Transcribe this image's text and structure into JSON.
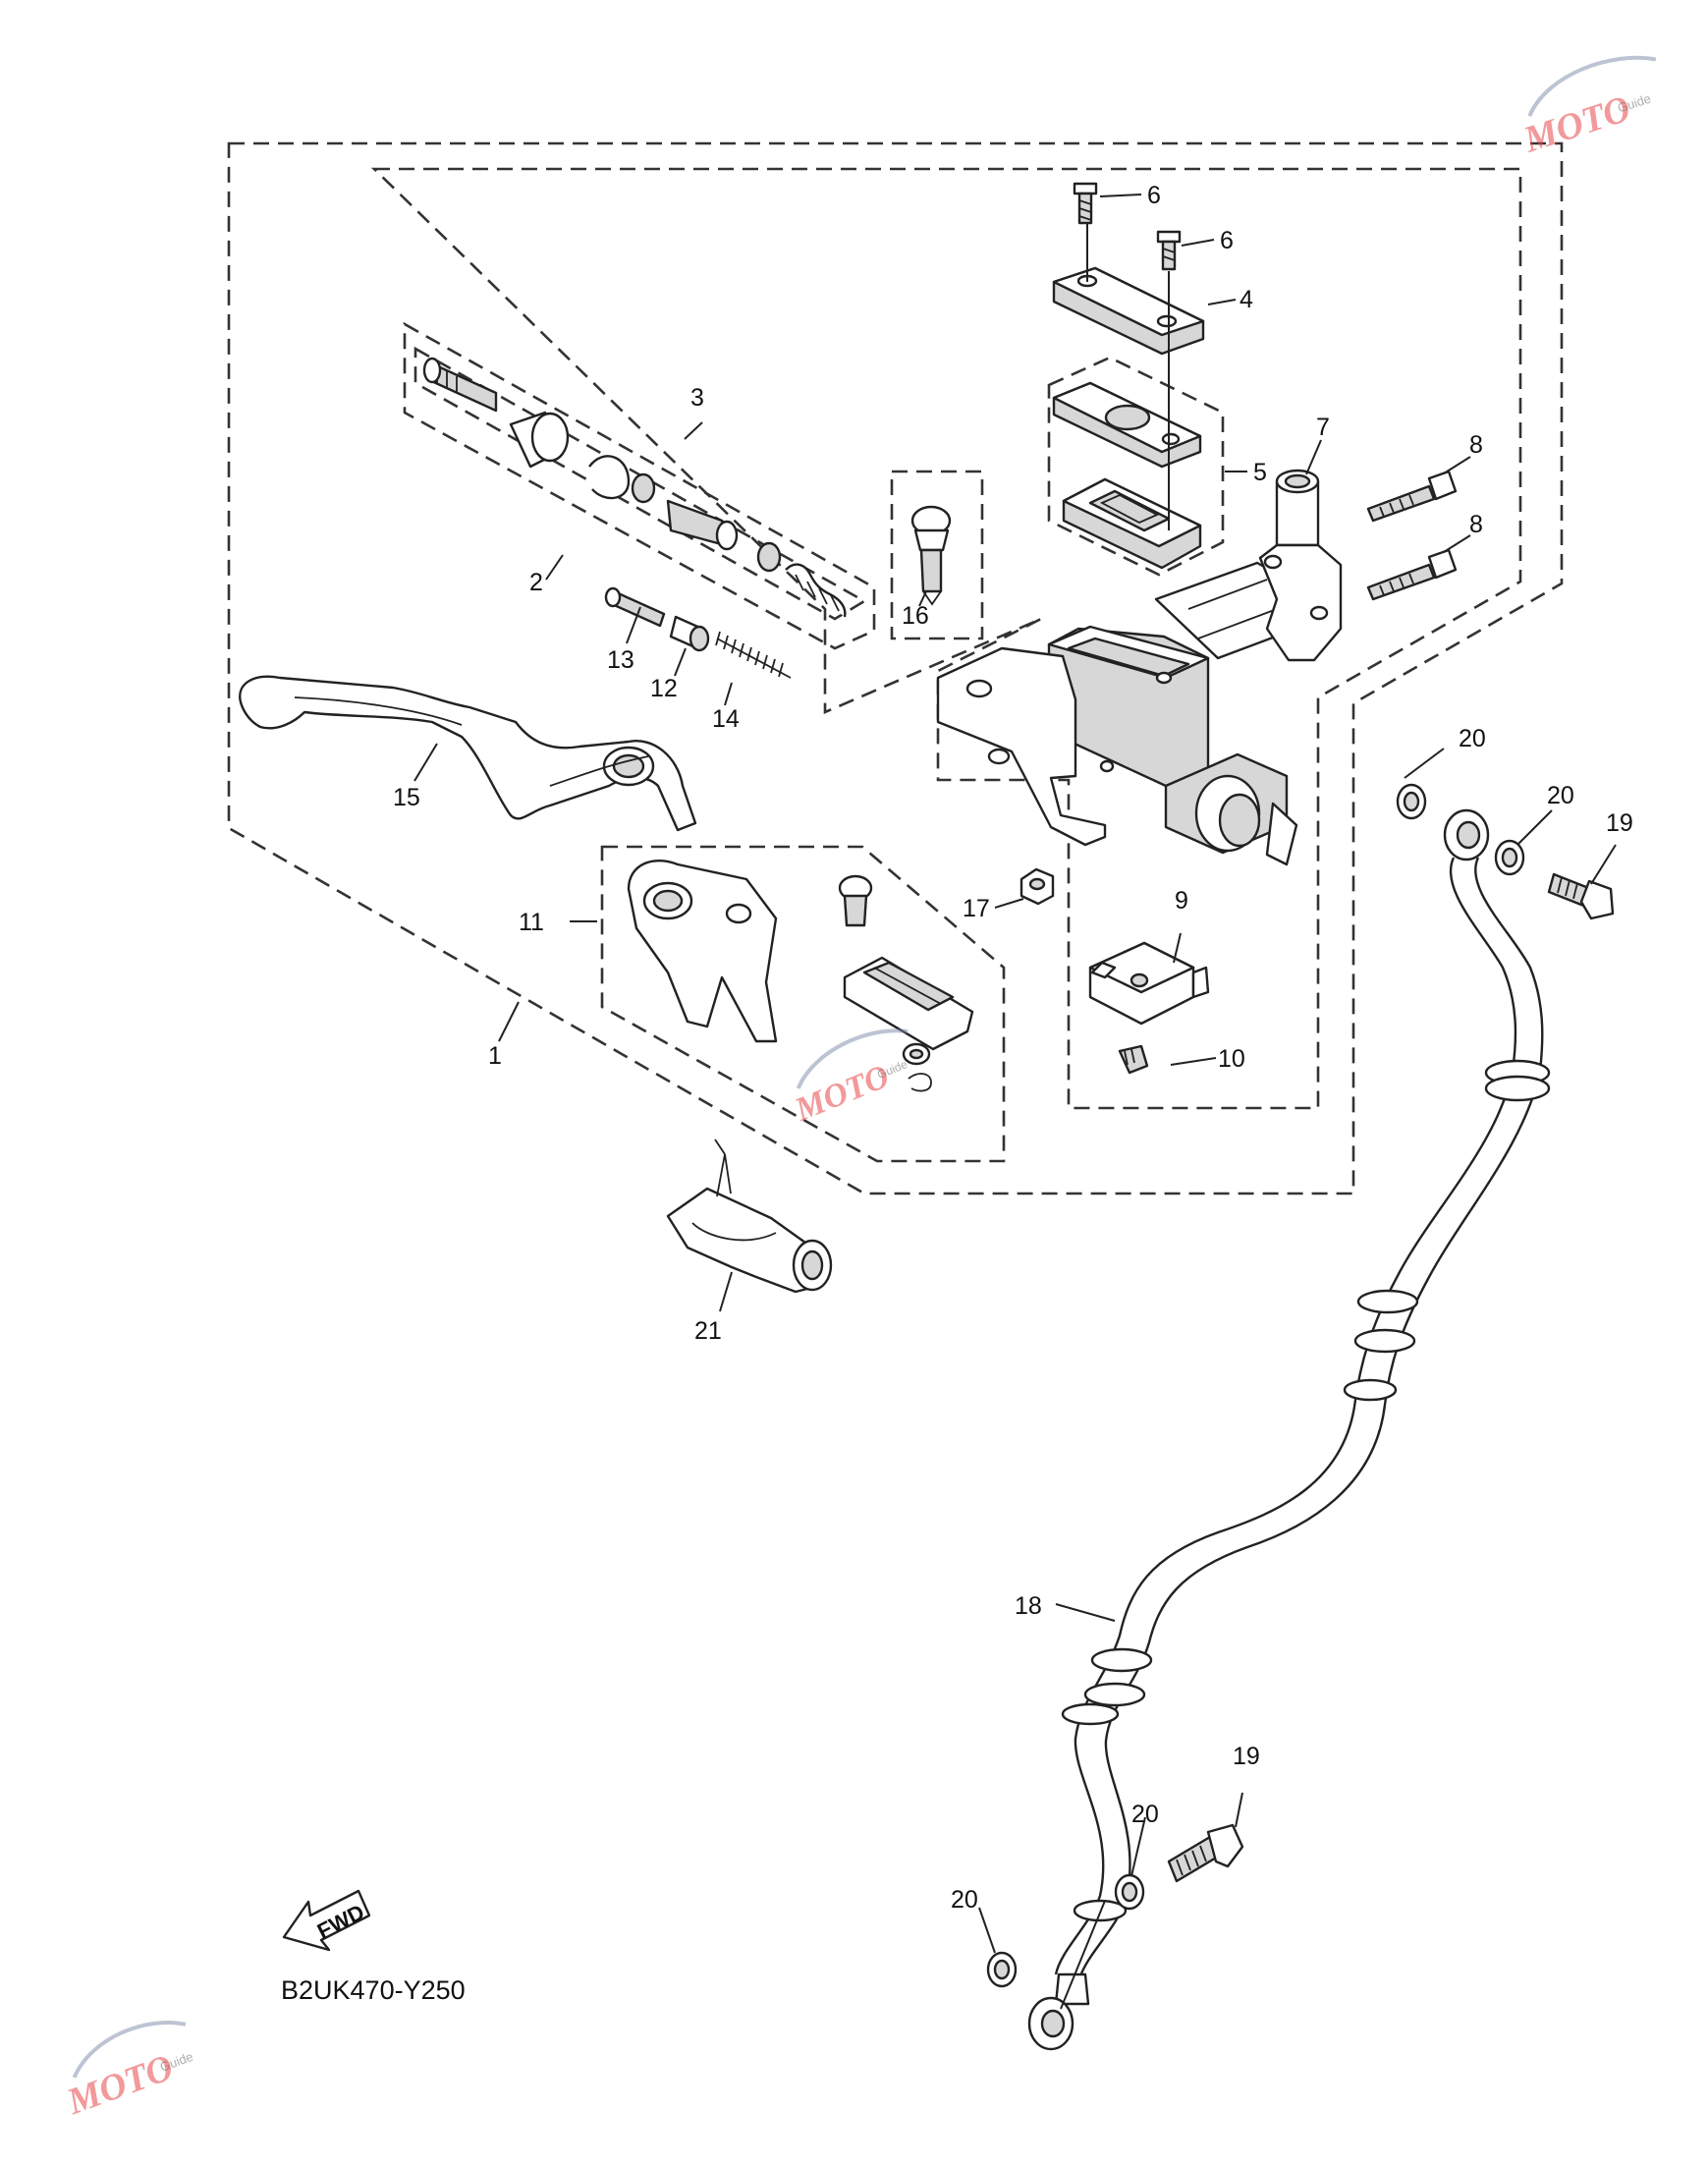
{
  "diagram": {
    "labels": {
      "1": "1",
      "2": "2",
      "3": "3",
      "4": "4",
      "5": "5",
      "6a": "6",
      "6b": "6",
      "7": "7",
      "8a": "8",
      "8b": "8",
      "9": "9",
      "10": "10",
      "11": "11",
      "12": "12",
      "13": "13",
      "14": "14",
      "15": "15",
      "16": "16",
      "17": "17",
      "18": "18",
      "19a": "19",
      "19b": "19",
      "20a": "20",
      "20b": "20",
      "20c": "20",
      "20d": "20",
      "21": "21"
    },
    "fwd_label": "FWD",
    "diagram_code": "B2UK470-Y250"
  },
  "watermark": {
    "text": "MOTO",
    "sub": "Guide"
  }
}
